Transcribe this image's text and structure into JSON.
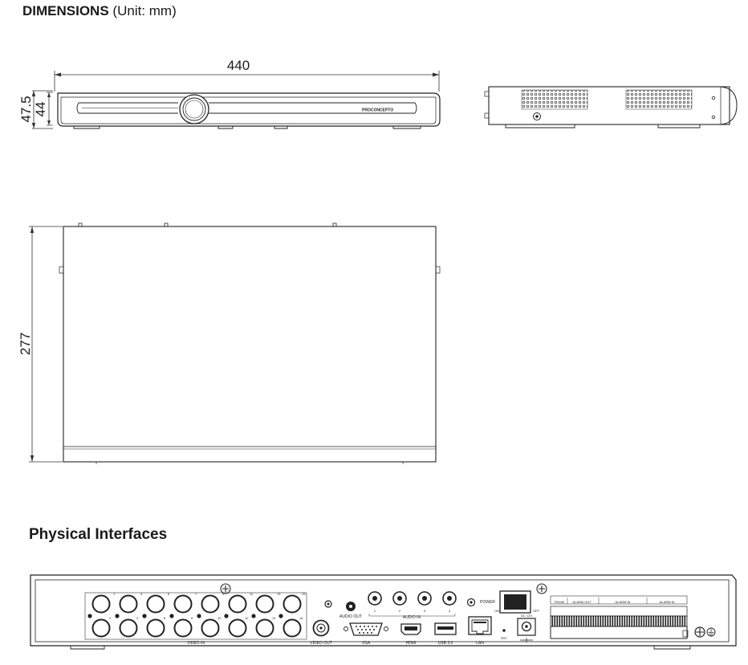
{
  "header": {
    "title_bold": "DIMENSIONS",
    "title_unit": "(Unit: mm)"
  },
  "dimensions": {
    "width": "440",
    "height_total": "47.5",
    "height_body": "44",
    "depth": "277"
  },
  "front_panel": {
    "brand_mark": "PROCONCEPTO"
  },
  "interfaces": {
    "title": "Physical Interfaces",
    "labels": {
      "video_in": "VIDEO IN",
      "video_out": "VIDEO OUT",
      "audio_out": "AUDIO OUT",
      "audio_in": "AUDIO IN",
      "vga": "VGA",
      "hdmi": "HDMI",
      "usb": "USB 3.0",
      "lan": "LAN",
      "rst": "RST",
      "dc": "DC 12V",
      "power": "POWER",
      "on": "ON",
      "off": "OFF",
      "alarm_out": "ALARM OUT",
      "alarm_in": "ALARM IN",
      "rs485": "RS485"
    },
    "video_in_top_numbers": [
      "1",
      "3",
      "5",
      "7",
      "9",
      "11",
      "13",
      "15"
    ],
    "video_in_bottom_numbers": [
      "2",
      "4",
      "6",
      "8",
      "10",
      "12",
      "14",
      "16"
    ],
    "audio_in_numbers": [
      "1",
      "2",
      "3",
      "4"
    ]
  }
}
